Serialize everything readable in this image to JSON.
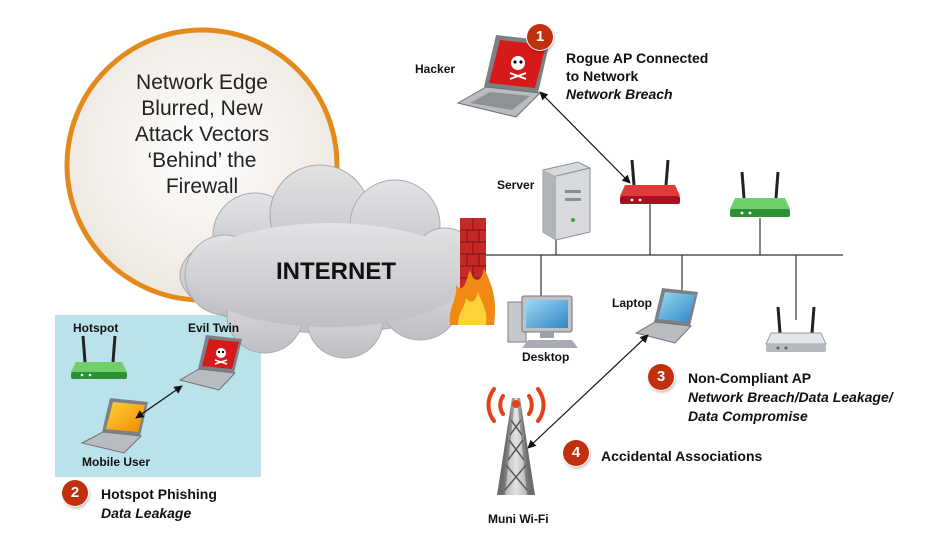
{
  "bubble": {
    "text_lines": [
      "Network Edge",
      "Blurred, New",
      "Attack Vectors",
      "‘Behind’ the",
      "Firewall"
    ]
  },
  "internet": {
    "label": "INTERNET"
  },
  "devices": {
    "hacker": "Hacker",
    "server": "Server",
    "desktop": "Desktop",
    "laptop": "Laptop",
    "hotspot": "Hotspot",
    "evil_twin": "Evil Twin",
    "mobile_user": "Mobile User",
    "muni_wifi": "Muni Wi-Fi"
  },
  "callouts": [
    {
      "number": "1",
      "title": "Rogue AP Connected",
      "title2": "to Network",
      "subtitle": "Network Breach"
    },
    {
      "number": "2",
      "title": "Hotspot Phishing",
      "subtitle": "Data Leakage"
    },
    {
      "number": "3",
      "title": "Non-Compliant AP",
      "subtitle": "Network Breach/Data Leakage/",
      "subtitle2": "Data Compromise"
    },
    {
      "number": "4",
      "title": "Accidental Associations"
    }
  ],
  "colors": {
    "bubble_ring": "#e48a1c",
    "hotspot_panel": "#b9e2ea",
    "badge": "#c0300f",
    "rogue_router": "#c8102e",
    "green_router": "#3aa64a",
    "cloud": "#c9cacc",
    "firewall": "#c62828"
  }
}
